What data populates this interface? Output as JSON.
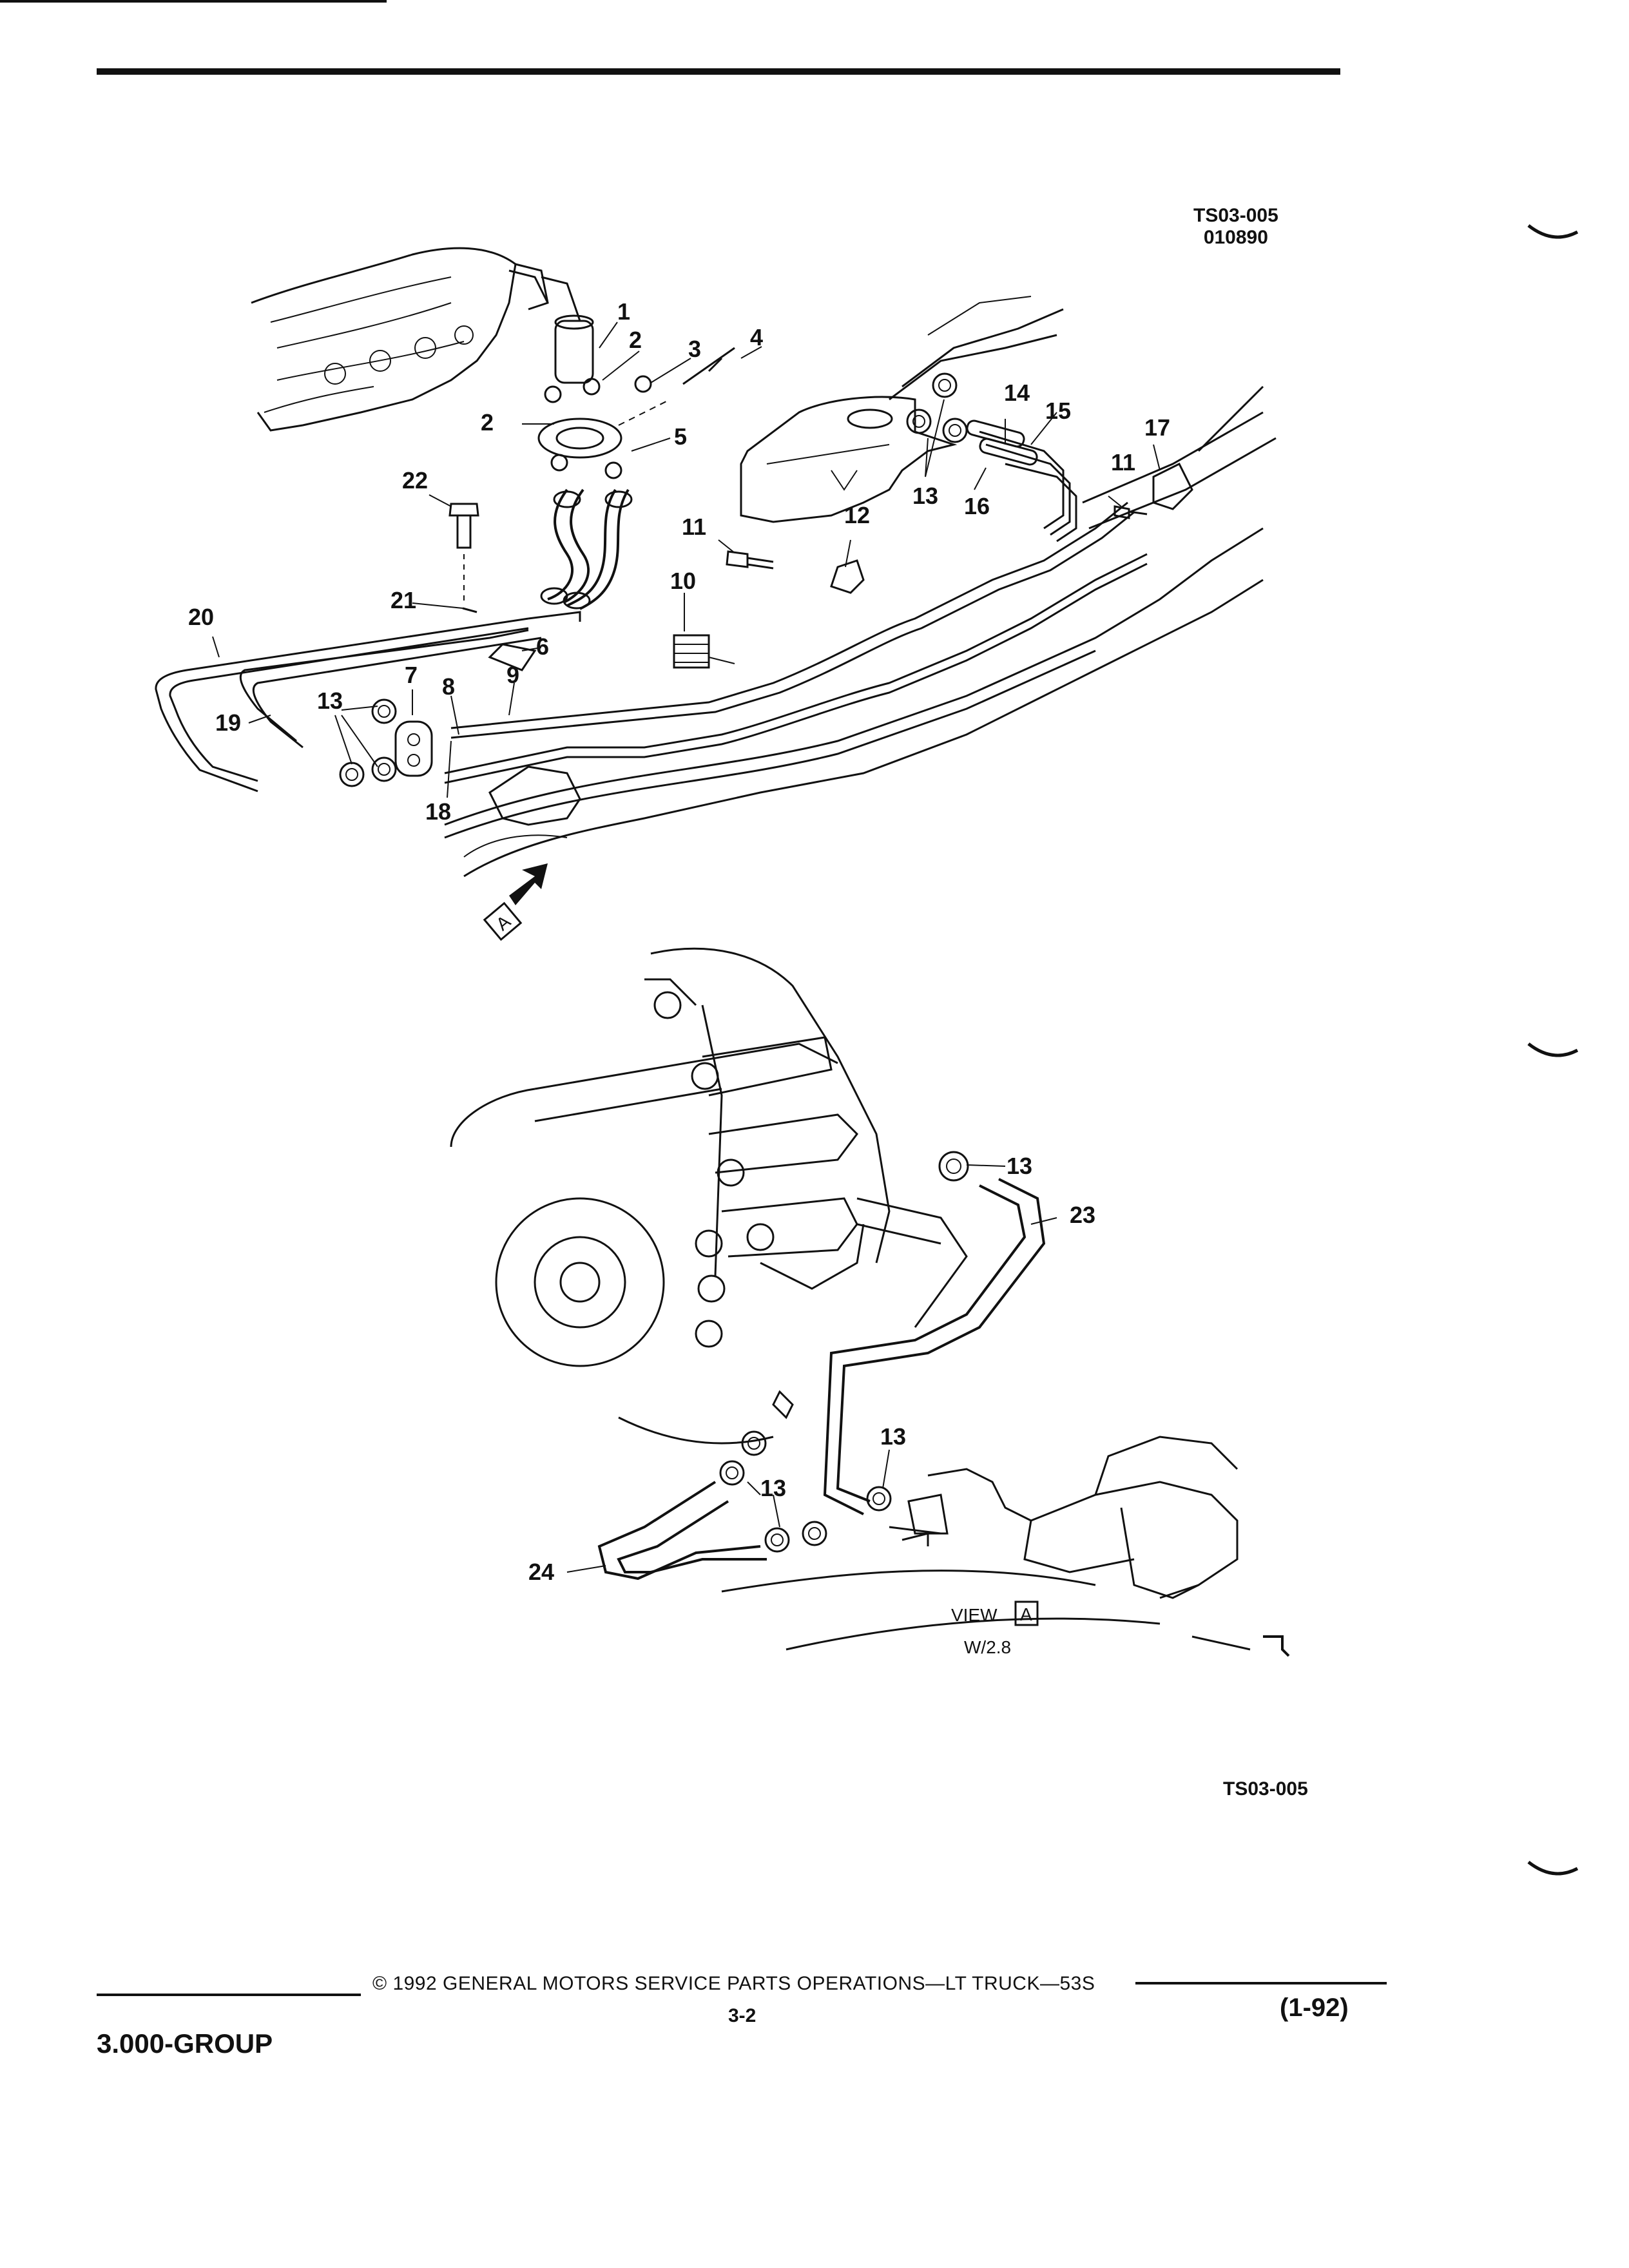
{
  "header": {
    "ref_code_top": "TS03-005",
    "ref_date": "010890"
  },
  "diagram": {
    "callouts_upper": [
      "1",
      "2",
      "3",
      "4",
      "2",
      "5",
      "22",
      "11",
      "12",
      "10",
      "13",
      "14",
      "15",
      "13",
      "16",
      "17",
      "11",
      "20",
      "21",
      "6",
      "7",
      "8",
      "9",
      "19",
      "13",
      "18"
    ],
    "callouts_lower": [
      "13",
      "23",
      "13",
      "13",
      "24"
    ],
    "view_label": "VIEW",
    "view_letter": "A",
    "view_arrow_letter": "A",
    "variant": "W/2.8"
  },
  "ref_code_bottom": "TS03-005",
  "footer": {
    "copyright": "© 1992 GENERAL MOTORS SERVICE PARTS OPERATIONS—LT TRUCK—53S",
    "group": "3.000-GROUP",
    "page": "3-2",
    "date": "(1-92)"
  }
}
